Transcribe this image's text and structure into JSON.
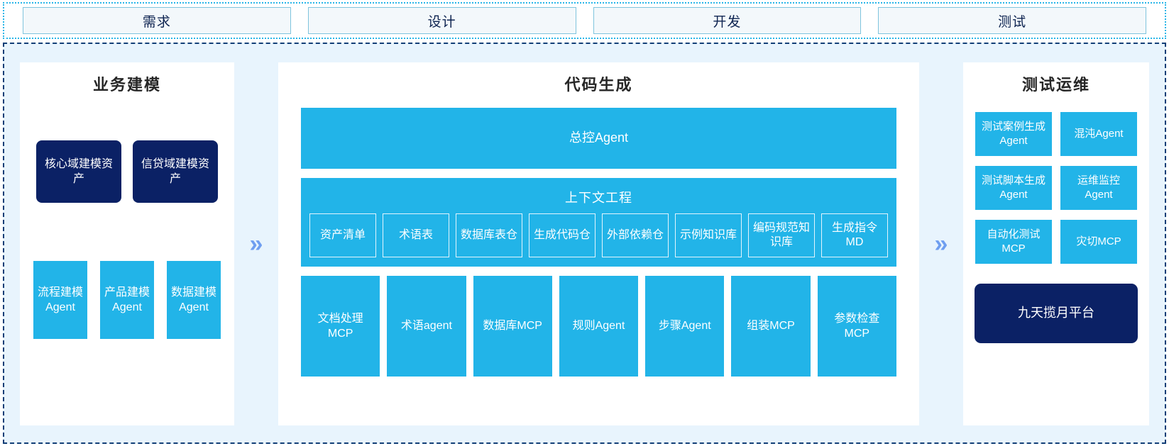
{
  "phases": {
    "items": [
      {
        "label": "需求"
      },
      {
        "label": "设计"
      },
      {
        "label": "开发"
      },
      {
        "label": "测试"
      }
    ]
  },
  "arrows": {
    "glyph": "»"
  },
  "left_panel": {
    "title": "业务建模",
    "assets": [
      {
        "label": "核心域建模资产"
      },
      {
        "label": "信贷域建模资产"
      }
    ],
    "agents": [
      {
        "label": "流程建模Agent"
      },
      {
        "label": "产品建模Agent"
      },
      {
        "label": "数据建模Agent"
      }
    ]
  },
  "center_panel": {
    "title": "代码生成",
    "master_agent": "总控Agent",
    "context": {
      "title": "上下文工程",
      "items": [
        {
          "label": "资产清单"
        },
        {
          "label": "术语表"
        },
        {
          "label": "数据库表仓"
        },
        {
          "label": "生成代码仓"
        },
        {
          "label": "外部依赖仓"
        },
        {
          "label": "示例知识库"
        },
        {
          "label": "编码规范知识库"
        },
        {
          "label": "生成指令MD"
        }
      ]
    },
    "tools": [
      {
        "label": "文档处理MCP"
      },
      {
        "label": "术语agent"
      },
      {
        "label": "数据库MCP"
      },
      {
        "label": "规则Agent"
      },
      {
        "label": "步骤Agent"
      },
      {
        "label": "组装MCP"
      },
      {
        "label": "参数检查MCP"
      }
    ]
  },
  "right_panel": {
    "title": "测试运维",
    "agents": [
      {
        "label": "测试案例生成Agent"
      },
      {
        "label": "混沌Agent"
      },
      {
        "label": "测试脚本生成Agent"
      },
      {
        "label": "运维监控Agent"
      },
      {
        "label": "自动化测试MCP"
      },
      {
        "label": "灾切MCP"
      }
    ],
    "platform": "九天揽月平台"
  },
  "colors": {
    "cyan": "#22b4e8",
    "navy": "#0b2165",
    "background": "#e8f4fd",
    "arrow": "#6f9ef0",
    "phase_border": "#7fc4dd",
    "region_border": "#123f77"
  }
}
